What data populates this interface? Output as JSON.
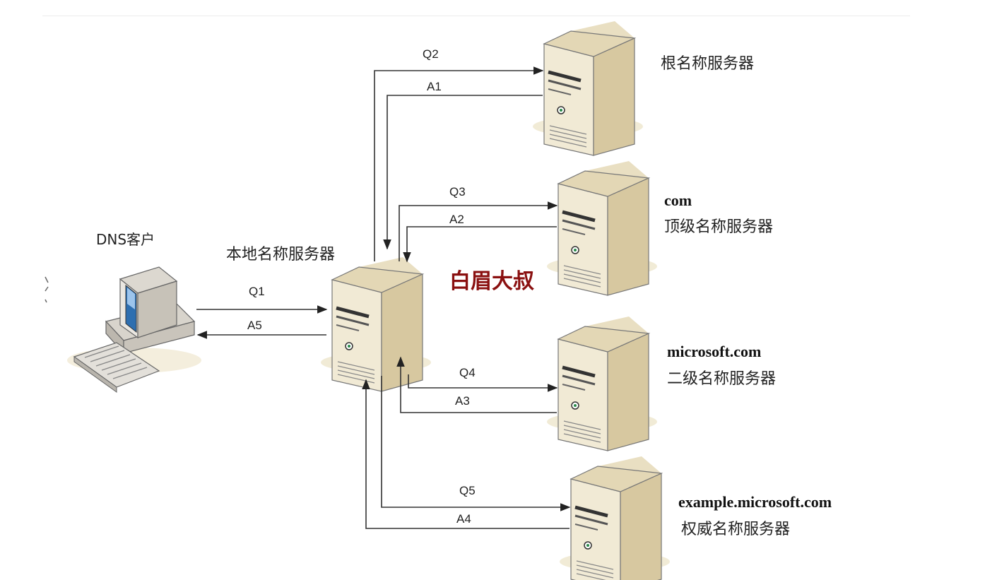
{
  "nodes": {
    "client": {
      "label": "DNS客户"
    },
    "local": {
      "label": "本地名称服务器"
    },
    "root": {
      "label": "根名称服务器"
    },
    "com": {
      "domain": "com",
      "label": "顶级名称服务器"
    },
    "microsoft": {
      "domain": "microsoft.com",
      "label": "二级名称服务器"
    },
    "example": {
      "domain": "example.microsoft.com",
      "label": "权威名称服务器"
    }
  },
  "flows": {
    "q1": "Q1",
    "a5": "A5",
    "q2": "Q2",
    "a1": "A1",
    "q3": "Q3",
    "a2": "A2",
    "q4": "Q4",
    "a3": "A3",
    "q5": "Q5",
    "a4": "A4"
  },
  "watermark": "白眉大叔",
  "colors": {
    "server_body": "#efe6cf",
    "server_side": "#d8c9a2",
    "server_shadow": "#e9dfc4",
    "watermark": "#8a1010"
  }
}
